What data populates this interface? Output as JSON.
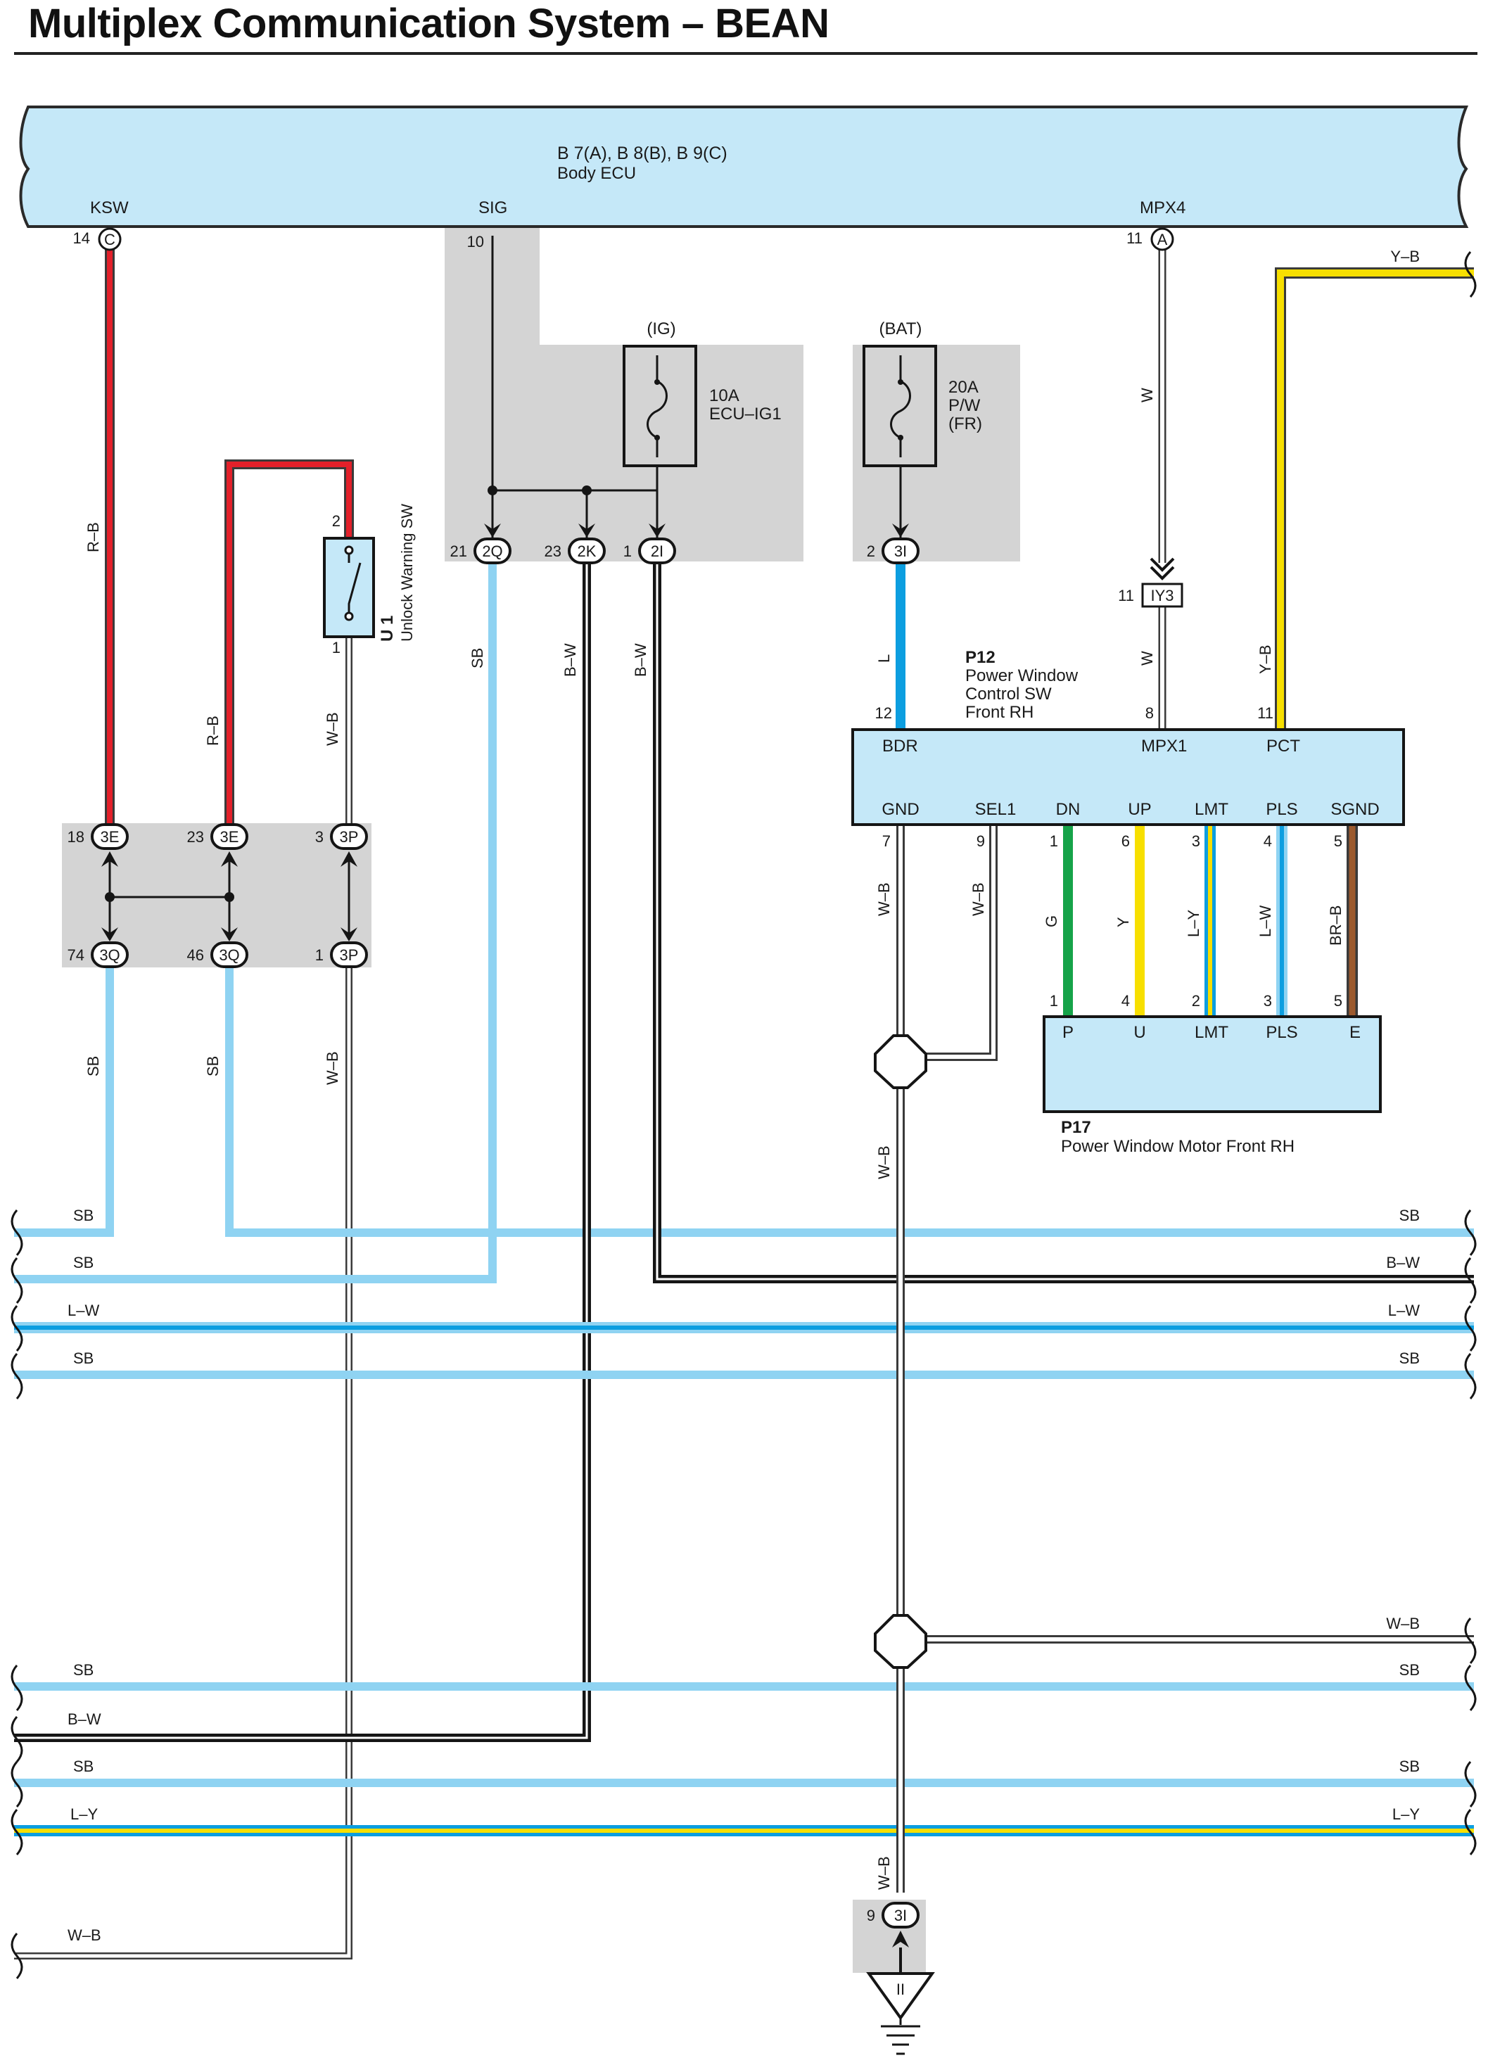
{
  "title": "Multiplex Communication System – BEAN",
  "colors": {
    "red": "#e3202a",
    "sky_blue": "#8fd3f2",
    "blue": "#0c9ee0",
    "green": "#16a349",
    "yellow": "#f7df00",
    "brown": "#9c5a2e",
    "black": "#151515",
    "white_wire_outline": "#3a3a3a",
    "ecu_fill": "#c5e8f8",
    "gray_box": "#d4d4d4"
  },
  "icons": {
    "fuse": "fuse-symbol",
    "switch": "switch-symbol",
    "junction": "octagon-junction-symbol",
    "ground": "ground-symbol",
    "connector": "connector-arrow-symbol",
    "break": "wire-break-symbol"
  },
  "ecu": {
    "title": "B 7(A), B 8(B), B 9(C)",
    "name": "Body ECU",
    "pins": {
      "ksw": {
        "label": "KSW",
        "num": "14",
        "conn": "C"
      },
      "sig": {
        "label": "SIG",
        "num": "10"
      },
      "mpx4": {
        "label": "MPX4",
        "num": "11",
        "conn": "A"
      }
    }
  },
  "fuses": {
    "ig": {
      "source": "(IG)",
      "rating": "10A",
      "name": "ECU–IG1"
    },
    "bat": {
      "source": "(BAT)",
      "rating": "20A",
      "name_1": "P/W",
      "name_2": "(FR)"
    }
  },
  "switch_u1": {
    "id": "U 1",
    "name": "Unlock Warning SW",
    "pin_top": "2",
    "pin_bottom": "1"
  },
  "p12": {
    "id": "P12",
    "name_1": "Power Window",
    "name_2": "Control SW",
    "name_3": "Front RH",
    "top_pins": [
      {
        "num": "12",
        "label": "BDR"
      },
      {
        "num": "8",
        "label": "MPX1"
      },
      {
        "num": "11",
        "label": "PCT"
      }
    ],
    "bottom_pins": [
      {
        "num": "7",
        "label": "GND"
      },
      {
        "num": "9",
        "label": "SEL1"
      },
      {
        "num": "1",
        "label": "DN"
      },
      {
        "num": "6",
        "label": "UP"
      },
      {
        "num": "3",
        "label": "LMT"
      },
      {
        "num": "4",
        "label": "PLS"
      },
      {
        "num": "5",
        "label": "SGND"
      }
    ]
  },
  "p17": {
    "id": "P17",
    "name": "Power Window Motor Front RH",
    "pins": [
      {
        "num": "1",
        "label": "P"
      },
      {
        "num": "4",
        "label": "U"
      },
      {
        "num": "2",
        "label": "LMT"
      },
      {
        "num": "3",
        "label": "PLS"
      },
      {
        "num": "5",
        "label": "E"
      }
    ]
  },
  "connectors": {
    "c2q": {
      "num": "21",
      "code": "2Q"
    },
    "c2k": {
      "num": "23",
      "code": "2K"
    },
    "c2i": {
      "num": "1",
      "code": "2I"
    },
    "c3i_top": {
      "num": "2",
      "code": "3I"
    },
    "iy3": {
      "num": "11",
      "code": "IY3"
    },
    "c3e_a": {
      "num": "18",
      "code": "3E"
    },
    "c3e_b": {
      "num": "23",
      "code": "3E"
    },
    "c3p_top": {
      "num": "3",
      "code": "3P"
    },
    "c3q_a": {
      "num": "74",
      "code": "3Q"
    },
    "c3q_b": {
      "num": "46",
      "code": "3Q"
    },
    "c3p_bot": {
      "num": "1",
      "code": "3P"
    },
    "c3i_bot": {
      "num": "9",
      "code": "3I"
    }
  },
  "ground_label": "II",
  "wire_labels": {
    "r_b": "R–B",
    "w_b": "W–B",
    "sb": "SB",
    "b_w": "B–W",
    "l": "L",
    "w": "W",
    "y_b": "Y–B",
    "g": "G",
    "y": "Y",
    "l_y": "L–Y",
    "l_w": "L–W",
    "br_b": "BR–B"
  },
  "edge_labels": {
    "left": [
      "SB",
      "SB",
      "L–W",
      "SB",
      "SB",
      "B–W",
      "SB",
      "L–Y",
      "W–B"
    ],
    "right": [
      "Y–B",
      "SB",
      "B–W",
      "L–W",
      "SB",
      "W–B",
      "SB",
      "SB",
      "L–Y"
    ]
  }
}
